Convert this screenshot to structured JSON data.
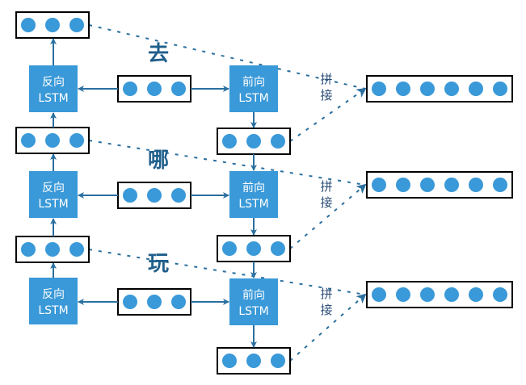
{
  "colors": {
    "lstm": "#3a99d8",
    "dot": "#3a99d8",
    "arrow": "#2a6f9f",
    "box_border": "#000000"
  },
  "steps": [
    {
      "word": "去",
      "backward": {
        "line1": "反向",
        "line2": "LSTM"
      },
      "forward": {
        "line1": "前向",
        "line2": "LSTM"
      },
      "concat_label": [
        "拼",
        "接"
      ]
    },
    {
      "word": "哪",
      "backward": {
        "line1": "反向",
        "line2": "LSTM"
      },
      "forward": {
        "line1": "前向",
        "line2": "LSTM"
      },
      "concat_label": [
        "拼",
        "接"
      ]
    },
    {
      "word": "玩",
      "backward": {
        "line1": "反向",
        "line2": "LSTM"
      },
      "forward": {
        "line1": "前向",
        "line2": "LSTM"
      },
      "concat_label": [
        "拼",
        "接"
      ]
    }
  ],
  "vector_dots": {
    "small": 3,
    "concat": 6
  }
}
